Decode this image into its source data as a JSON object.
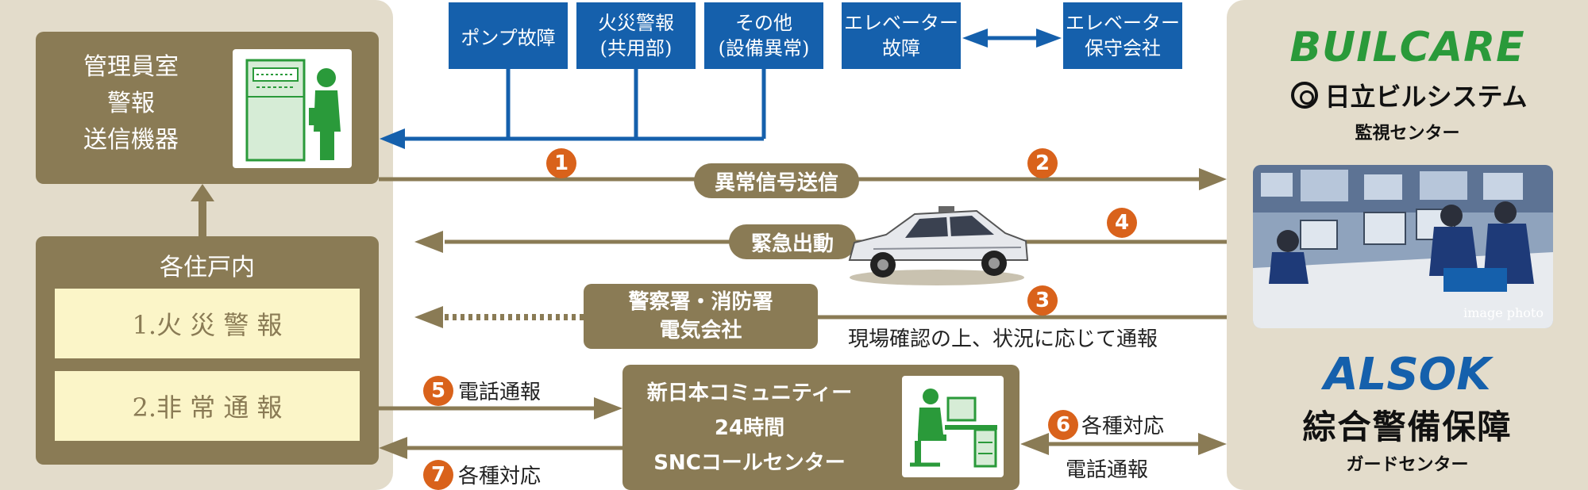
{
  "left": {
    "admin_box": [
      "管理員室",
      "警報",
      "送信機器"
    ],
    "household_title": "各住戸内",
    "items": [
      "1.火 災 警 報",
      "2.非 常 通 報"
    ]
  },
  "sources": {
    "pump": "ポンプ故障",
    "fire": [
      "火災警報",
      "(共用部)"
    ],
    "other": [
      "その他",
      "(設備異常)"
    ],
    "elevator": [
      "エレベーター",
      "故障"
    ],
    "elevator_company": [
      "エレベーター",
      "保守会社"
    ]
  },
  "flow": {
    "signal_label": "異常信号送信",
    "dispatch_label": "緊急出動",
    "police": [
      "警察署・消防署",
      "電気会社"
    ],
    "confirm_text": "現場確認の上、状況に応じて通報",
    "phone_report": "電話通報",
    "various_response": "各種対応",
    "snc": [
      "新日本コミュニティー",
      "24時間",
      "SNCコールセンター"
    ],
    "right_various": "各種対応",
    "right_phone": "電話通報"
  },
  "badges": [
    "1",
    "2",
    "3",
    "4",
    "5",
    "6",
    "7"
  ],
  "right": {
    "buil_logo": "BUILCARE",
    "hitachi_logo": "日立ビルシステム",
    "monitor_center": "監視センター",
    "photo_caption": "image photo",
    "alsok_logo": "ALSOK",
    "alsok_jp": "綜合警備保障",
    "guard_center": "ガードセンター"
  },
  "colors": {
    "olive": "#8a7b55",
    "panel": "#e3dccb",
    "cream": "#fbf5c8",
    "blue": "#1560ac",
    "badge": "#d9621b",
    "green": "#2a9a3a"
  },
  "icons": [
    "alarm-panel-person-icon",
    "operator-desk-icon",
    "patrol-car-icon",
    "monitoring-room-photo",
    "hitachi-emblem-icon"
  ]
}
